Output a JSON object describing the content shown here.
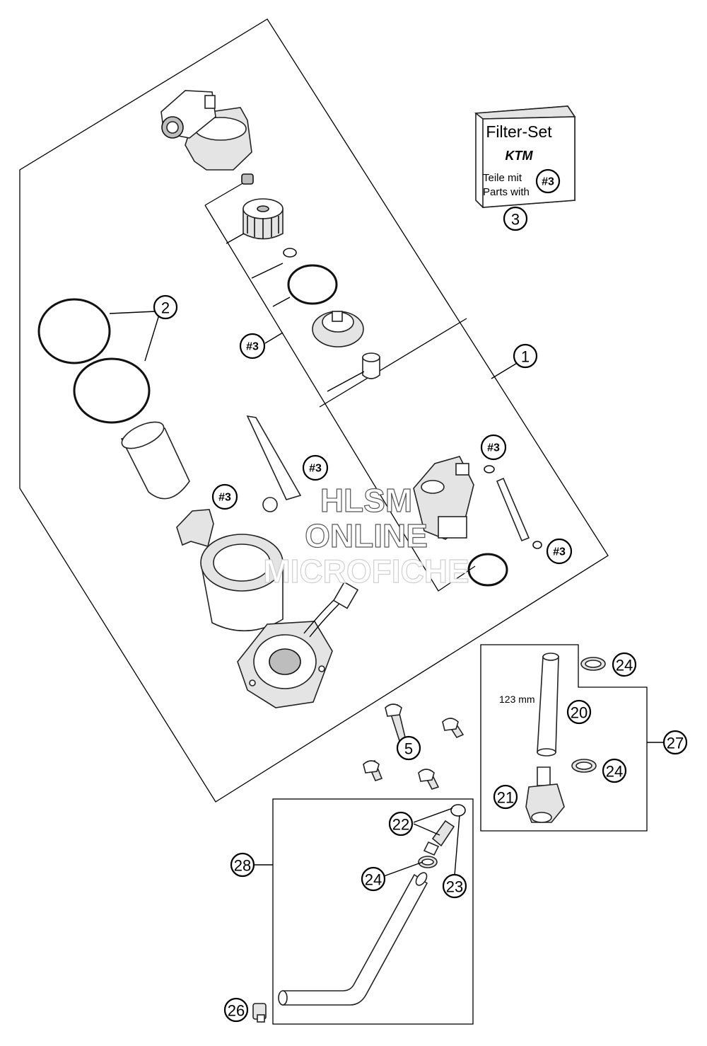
{
  "filter_set": {
    "title": "Filter-Set",
    "logo": "KTM",
    "line1": "Teile mit",
    "line2": "Parts with",
    "ref": "#3",
    "callout": "3"
  },
  "callouts": {
    "c1": "1",
    "c2": "2",
    "c5": "5",
    "c20": "20",
    "c21": "21",
    "c22": "22",
    "c23": "23",
    "c24a": "24",
    "c24b": "24",
    "c24c": "24",
    "c26": "26",
    "c27": "27",
    "c28": "28"
  },
  "filter_refs": {
    "r1": "#3",
    "r2": "#3",
    "r3": "#3",
    "r4": "#3",
    "r5": "#3"
  },
  "dimension": "123 mm",
  "watermark": {
    "line1": "HLSM",
    "line2": "ONLINE",
    "line3": "MICROFICHE"
  }
}
